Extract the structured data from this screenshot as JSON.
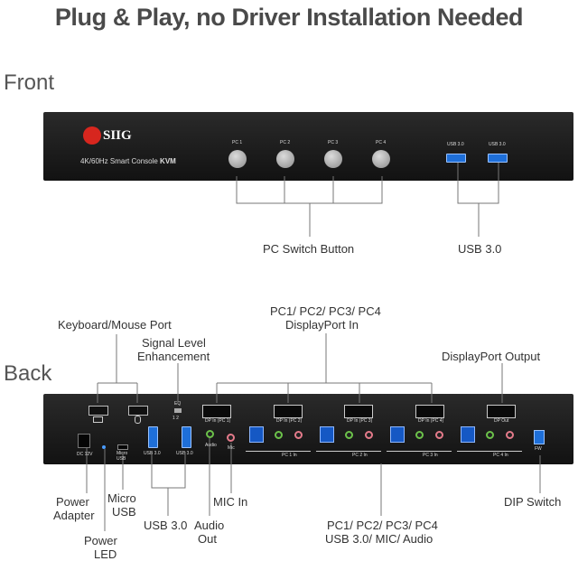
{
  "title": "Plug & Play, no Driver Installation Needed",
  "front": {
    "section_label": "Front",
    "brand": "SIIG",
    "model_prefix": "4K/60Hz Smart Console ",
    "model_bold": "KVM",
    "pc_buttons": [
      "PC 1",
      "PC 2",
      "PC 3",
      "PC 4"
    ],
    "usb_ports": [
      "USB 3.0",
      "USB 3.0"
    ],
    "callout_pc_switch": "PC Switch Button",
    "callout_usb": "USB 3.0"
  },
  "back": {
    "section_label": "Back",
    "callouts": {
      "keyboard_mouse": "Keyboard/Mouse Port",
      "signal_level_1": "Signal Level",
      "signal_level_2": "Enhancement",
      "dp_in_1": "PC1/ PC2/ PC3/ PC4",
      "dp_in_2": "DisplayPort In",
      "dp_out": "DisplayPort Output",
      "power_adapter_1": "Power",
      "power_adapter_2": "Adapter",
      "micro_usb_1": "Micro",
      "micro_usb_2": "USB",
      "power_led_1": "Power",
      "power_led_2": "LED",
      "usb30": "USB 3.0",
      "audio_out_1": "Audio",
      "audio_out_2": "Out",
      "mic_in": "MIC In",
      "pc_usb_1": "PC1/ PC2/ PC3/ PC4",
      "pc_usb_2": "USB 3.0/ MIC/ Audio",
      "dip": "DIP Switch"
    },
    "panel_labels": {
      "eq": "EQ",
      "eq_nums": "1  2",
      "dp_in": [
        "DP In (PC 1)",
        "DP In (PC 2)",
        "DP In (PC 3)",
        "DP In (PC 4)"
      ],
      "dp_out": "DP Out",
      "dc": "DC 12V",
      "micro": "Micro USB",
      "usb30_a": "USB 3.0",
      "usb30_b": "USB 3.0",
      "audio": "Audio",
      "mic": "Mic",
      "pc_in": [
        "PC 1 In",
        "PC 2 In",
        "PC 3 In",
        "PC 4 In"
      ],
      "fw": "FW"
    }
  },
  "colors": {
    "usb_blue": "#1e6fd9",
    "logo_red": "#d7261e",
    "audio_green": "#6cc24a",
    "mic_pink": "#e47a8a"
  }
}
